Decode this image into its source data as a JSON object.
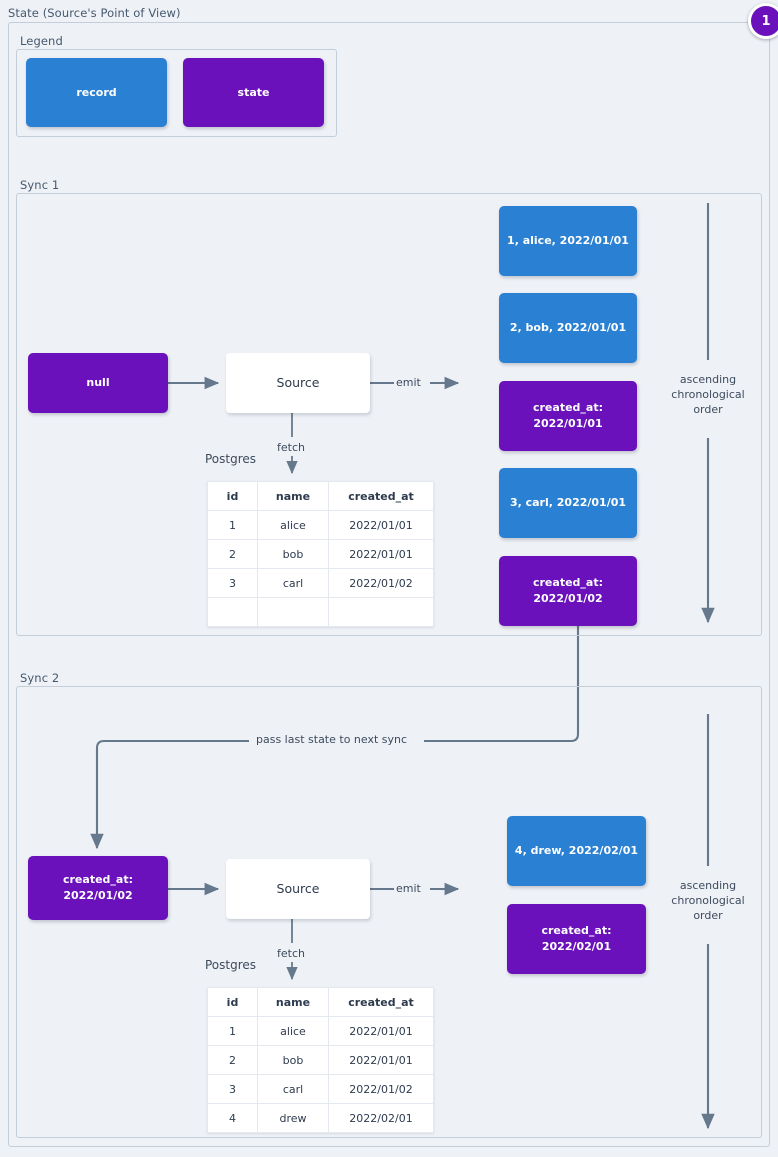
{
  "diagram": {
    "title": "State (Source's Point of View)",
    "badge": "1",
    "colors": {
      "record": "#2a80d2",
      "state": "#6a11bb",
      "edge": "#66798c",
      "background": "#eef1f6"
    }
  },
  "legend": {
    "title": "Legend",
    "items": [
      {
        "label": "record",
        "kind": "record"
      },
      {
        "label": "state",
        "kind": "state"
      }
    ]
  },
  "sync1": {
    "title": "Sync 1",
    "input_state": "null",
    "source_label": "Source",
    "emit_label": "emit",
    "fetch_label": "fetch",
    "db_label": "Postgres",
    "order_label": "ascending chronological order",
    "table": {
      "headers": [
        "id",
        "name",
        "created_at"
      ],
      "rows": [
        [
          "1",
          "alice",
          "2022/01/01"
        ],
        [
          "2",
          "bob",
          "2022/01/01"
        ],
        [
          "3",
          "carl",
          "2022/01/02"
        ],
        [
          "",
          "",
          ""
        ]
      ]
    },
    "emitted": [
      {
        "kind": "record",
        "line1": "1, alice, 2022/01/01",
        "line2": ""
      },
      {
        "kind": "record",
        "line1": "2, bob, 2022/01/01",
        "line2": ""
      },
      {
        "kind": "state",
        "line1": "created_at:",
        "line2": "2022/01/01"
      },
      {
        "kind": "record",
        "line1": "3, carl, 2022/01/01",
        "line2": ""
      },
      {
        "kind": "state",
        "line1": "created_at:",
        "line2": "2022/01/02"
      }
    ]
  },
  "sync2": {
    "title": "Sync 2",
    "pass_state_label": "pass last state to next sync",
    "input_state_line1": "created_at:",
    "input_state_line2": "2022/01/02",
    "source_label": "Source",
    "emit_label": "emit",
    "fetch_label": "fetch",
    "db_label": "Postgres",
    "order_label": "ascending chronological order",
    "table": {
      "headers": [
        "id",
        "name",
        "created_at"
      ],
      "rows": [
        [
          "1",
          "alice",
          "2022/01/01"
        ],
        [
          "2",
          "bob",
          "2022/01/01"
        ],
        [
          "3",
          "carl",
          "2022/01/02"
        ],
        [
          "4",
          "drew",
          "2022/02/01"
        ]
      ]
    },
    "emitted": [
      {
        "kind": "record",
        "line1": "4, drew, 2022/02/01",
        "line2": ""
      },
      {
        "kind": "state",
        "line1": "created_at:",
        "line2": "2022/02/01"
      }
    ]
  }
}
